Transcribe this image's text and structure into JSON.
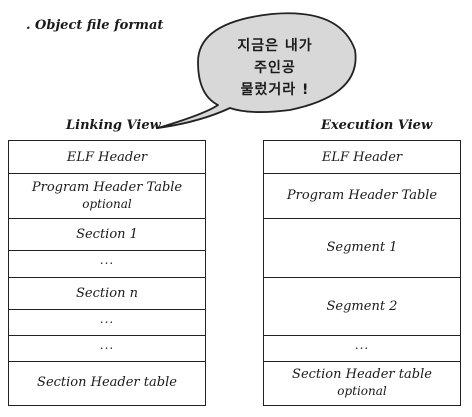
{
  "title": ". Object file format",
  "speech_bubble": {
    "lines": [
      "지금은 내가",
      "주인공",
      "물렀거라 !"
    ]
  },
  "linking_view": {
    "label": "Linking View",
    "rows": [
      {
        "name": "elf-header",
        "text": "ELF Header",
        "sub": ""
      },
      {
        "name": "program-header-table",
        "text": "Program Header Table",
        "sub": "optional"
      },
      {
        "name": "section-1",
        "text": "Section 1",
        "sub": ""
      },
      {
        "name": "ellipsis-1",
        "text": "...",
        "sub": ""
      },
      {
        "name": "section-n",
        "text": "Section n",
        "sub": ""
      },
      {
        "name": "ellipsis-2",
        "text": "...",
        "sub": ""
      },
      {
        "name": "ellipsis-3",
        "text": "...",
        "sub": ""
      },
      {
        "name": "section-header-table",
        "text": "Section Header table",
        "sub": ""
      }
    ]
  },
  "execution_view": {
    "label": "Execution View",
    "rows": [
      {
        "name": "elf-header",
        "text": "ELF Header",
        "sub": ""
      },
      {
        "name": "program-header-table",
        "text": "Program Header Table",
        "sub": ""
      },
      {
        "name": "segment-1",
        "text": "Segment 1",
        "sub": ""
      },
      {
        "name": "segment-2",
        "text": "Segment 2",
        "sub": ""
      },
      {
        "name": "ellipsis",
        "text": "...",
        "sub": ""
      },
      {
        "name": "section-header-table",
        "text": "Section Header table",
        "sub": "optional"
      }
    ]
  }
}
